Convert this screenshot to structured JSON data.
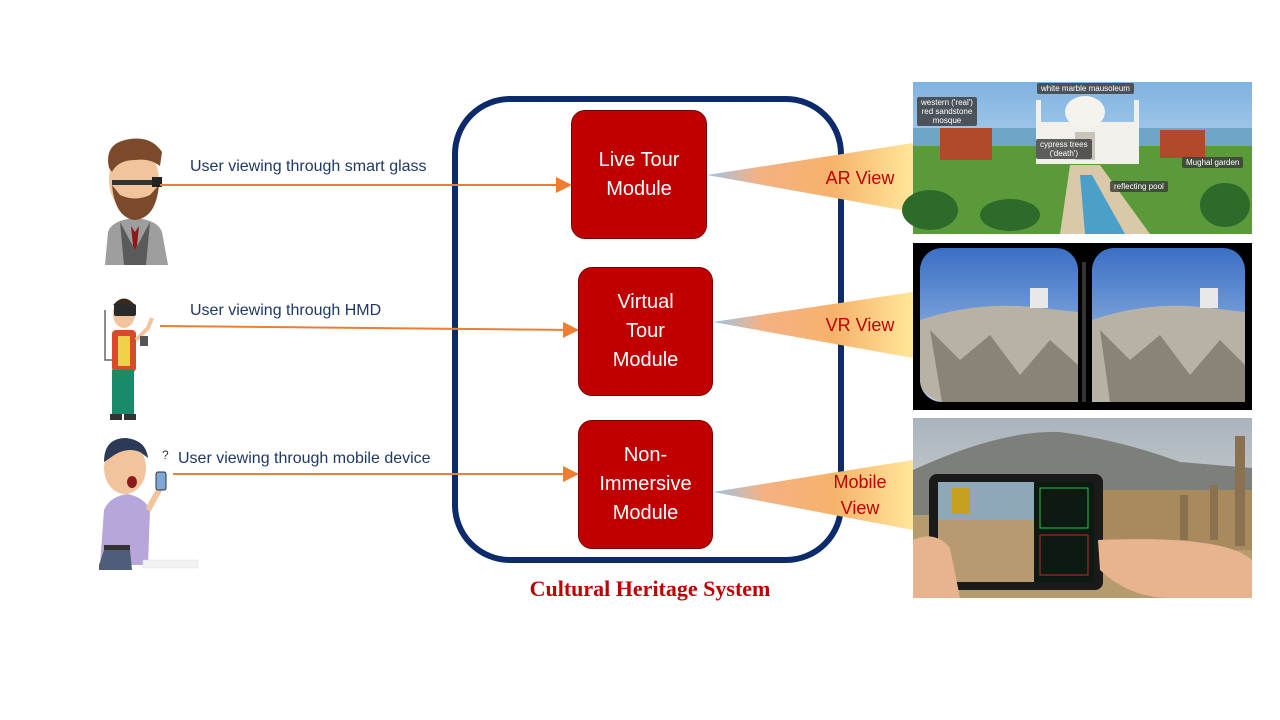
{
  "users": [
    {
      "label": "User viewing through smart glass",
      "icon": "bearded-man-smart-glass-icon"
    },
    {
      "label": "User viewing through HMD",
      "icon": "person-hmd-headset-icon"
    },
    {
      "label": "User viewing through mobile device",
      "icon": "man-with-phone-icon"
    }
  ],
  "user_question_mark": "?",
  "modules": [
    {
      "label": "Live Tour\nModule"
    },
    {
      "label": "Virtual\nTour\nModule"
    },
    {
      "label": "Non-\nImmersive\nModule"
    }
  ],
  "views": [
    {
      "label": "AR View"
    },
    {
      "label": "VR View"
    },
    {
      "label": "Mobile\nView"
    }
  ],
  "ar_annotations": {
    "mosque": "western ('real')\nred sandstone\nmosque",
    "mausoleum": "white marble mausoleum",
    "cypress": "cypress trees\n('death')",
    "garden": "Mughal garden",
    "pool": "reflecting pool"
  },
  "system_title": "Cultural Heritage System",
  "colors": {
    "arrow": "#ed7d31",
    "container_border": "#0d2a6b",
    "module_fill": "#c00000",
    "title": "#c00000",
    "user_text": "#1f3864"
  }
}
